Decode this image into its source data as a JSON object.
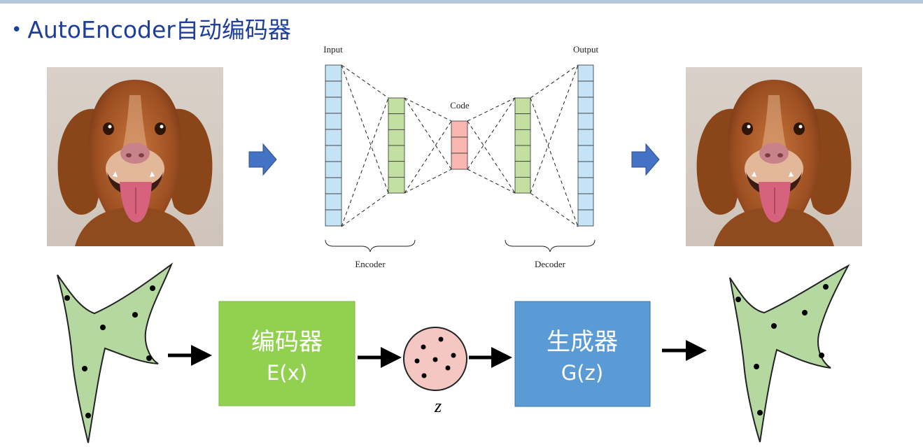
{
  "title": "AutoEncoder自动编码器",
  "network": {
    "input_label": "Input",
    "output_label": "Output",
    "code_label": "Code",
    "encoder_label": "Encoder",
    "decoder_label": "Decoder"
  },
  "pipeline": {
    "encoder_box": {
      "name": "编码器",
      "formula": "E(x)"
    },
    "generator_box": {
      "name": "生成器",
      "formula": "G(z)"
    },
    "latent_label": "z"
  },
  "colors": {
    "title": "#1f3f9c",
    "input_layer": "#c5e3f6",
    "hidden_layer": "#c3e0a2",
    "code_layer": "#f7b7b0",
    "encoder_box": "#92d050",
    "generator_box": "#5b9bd5",
    "latent_circle": "#f4c7c3",
    "shape_fill": "#b5d8a1",
    "arrow_blue": "#4472c4"
  },
  "icons": {
    "input_image": "dog-photo",
    "output_image": "dog-photo",
    "right_arrows": "block-arrow-right"
  }
}
